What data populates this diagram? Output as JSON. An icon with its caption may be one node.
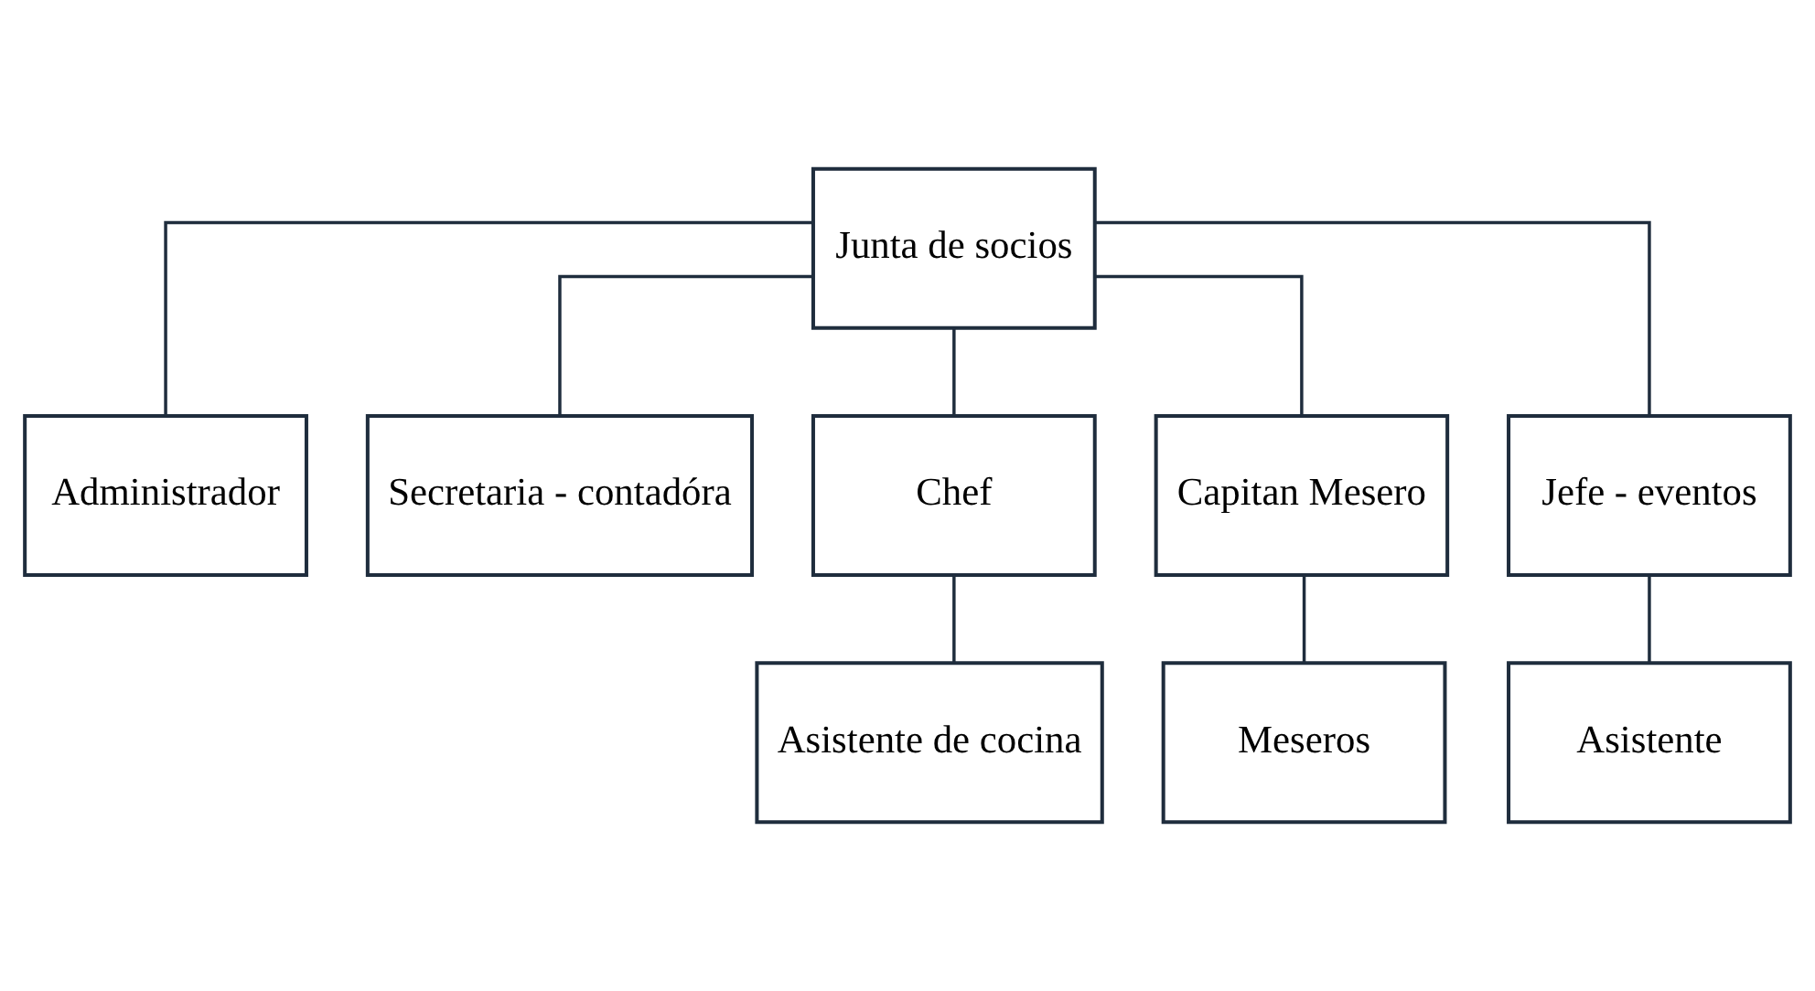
{
  "diagram": {
    "nodes": [
      {
        "text": [
          "Junta de socios"
        ]
      },
      {
        "text": [
          "Administrador"
        ]
      },
      {
        "text": [
          "Secretaria - contadóra"
        ]
      },
      {
        "text": [
          "Chef"
        ]
      },
      {
        "text": [
          "Capitan Mesero"
        ]
      },
      {
        "text": [
          "Jefe - eventos"
        ]
      },
      {
        "text": [
          "Asistente de cocina"
        ]
      },
      {
        "text": [
          "Meseros"
        ]
      },
      {
        "text": [
          "Asistente"
        ]
      }
    ],
    "edges": [
      {
        "from": 0,
        "to": 1,
        "arrow": "none"
      },
      {
        "from": 0,
        "to": 2,
        "arrow": "none"
      },
      {
        "from": 0,
        "to": 3,
        "arrow": "none"
      },
      {
        "from": 0,
        "to": 4,
        "arrow": "none"
      },
      {
        "from": 0,
        "to": 5,
        "arrow": "none"
      },
      {
        "from": 3,
        "to": 6,
        "arrow": "none"
      },
      {
        "from": 4,
        "to": 7,
        "arrow": "none"
      },
      {
        "from": 5,
        "to": 8,
        "arrow": "none"
      }
    ]
  }
}
